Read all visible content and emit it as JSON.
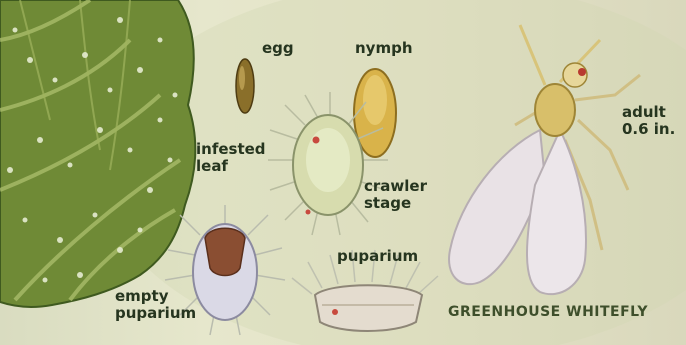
{
  "labels": {
    "egg": "egg",
    "nymph": "nymph",
    "adult": [
      "adult",
      "0.6 in."
    ],
    "infested_leaf": [
      "infested",
      "leaf"
    ],
    "crawler_stage": [
      "crawler",
      "stage"
    ],
    "puparium": "puparium",
    "empty_puparium": [
      "empty",
      "puparium"
    ]
  },
  "title": "GREENHOUSE WHITEFLY",
  "colors": {
    "leaf": "#6f8a36",
    "leaf_dark": "#3f5a1f",
    "wing": "#e9e2e6",
    "body": "#d8bf6a",
    "egg": "#8a6f2a",
    "nymph": "#d9b34a",
    "text": "#26351f"
  }
}
